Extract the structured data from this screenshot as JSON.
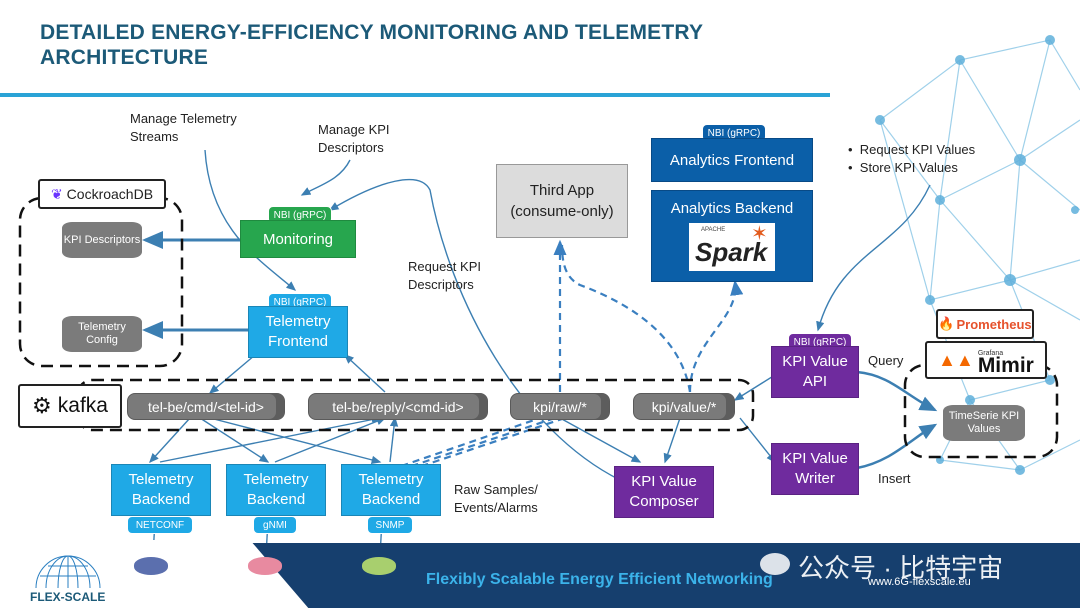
{
  "title": "DETAILED ENERGY-EFFICIENCY MONITORING AND TELEMETRY ARCHITECTURE",
  "labels": {
    "manage_streams": "Manage Telemetry Streams",
    "manage_kpi": "Manage KPI Descriptors",
    "request_kpi": "Request KPI Descriptors",
    "raw_samples": "Raw Samples/ Events/Alarms",
    "bullet_1": "Request KPI Values",
    "bullet_2": "Store KPI Values",
    "query": "Query",
    "insert": "Insert"
  },
  "boxes": {
    "monitoring": "Monitoring",
    "tel_frontend": "Telemetry Frontend",
    "third_app": "Third App (consume-only)",
    "analytics_frontend": "Analytics Frontend",
    "analytics_backend": "Analytics Backend",
    "kpi_value_api": "KPI Value API",
    "kpi_value_writer": "KPI Value Writer",
    "kpi_value_composer": "KPI Value Composer",
    "backend_1": "Telemetry Backend",
    "backend_2": "Telemetry Backend",
    "backend_3": "Telemetry Backend"
  },
  "tags": {
    "nbi": "NBI (gRPC)",
    "netconf": "NETCONF",
    "gnmi": "gNMI",
    "snmp": "SNMP"
  },
  "db": {
    "kpi_descriptors": "KPI Descriptors",
    "telemetry_config": "Telemetry Config",
    "timeserie": "TimeSerie KPI Values"
  },
  "topics": [
    "tel-be/cmd/<tel-id>",
    "tel-be/reply/<cmd-id>",
    "kpi/raw/*",
    "kpi/value/*"
  ],
  "logos": {
    "cockroach": "CockroachDB",
    "kafka": "kafka",
    "spark_small": "APACHE",
    "spark": "Spark",
    "prometheus": "Prometheus",
    "grafana": "Grafana",
    "mimir": "Mimir",
    "flexscale": "FLEX-SCALE"
  },
  "footer": {
    "tagline": "Flexibly Scalable Energy Efficient Networking",
    "url": "www.6G-flexscale.eu",
    "watermark": "公众号 · 比特宇宙"
  },
  "colors": {
    "title": "#1c5a78",
    "accent_rule": "#2aa3d6",
    "cyan": "#1fa9e6",
    "green": "#27a64e",
    "purple": "#6f2b9e",
    "navy": "#0b5fa8",
    "footer": "#163f6e",
    "arrow": "#3c7fb2",
    "router_1": "#5b6fae",
    "router_2": "#e88aa0",
    "router_3": "#a8cf6e"
  }
}
